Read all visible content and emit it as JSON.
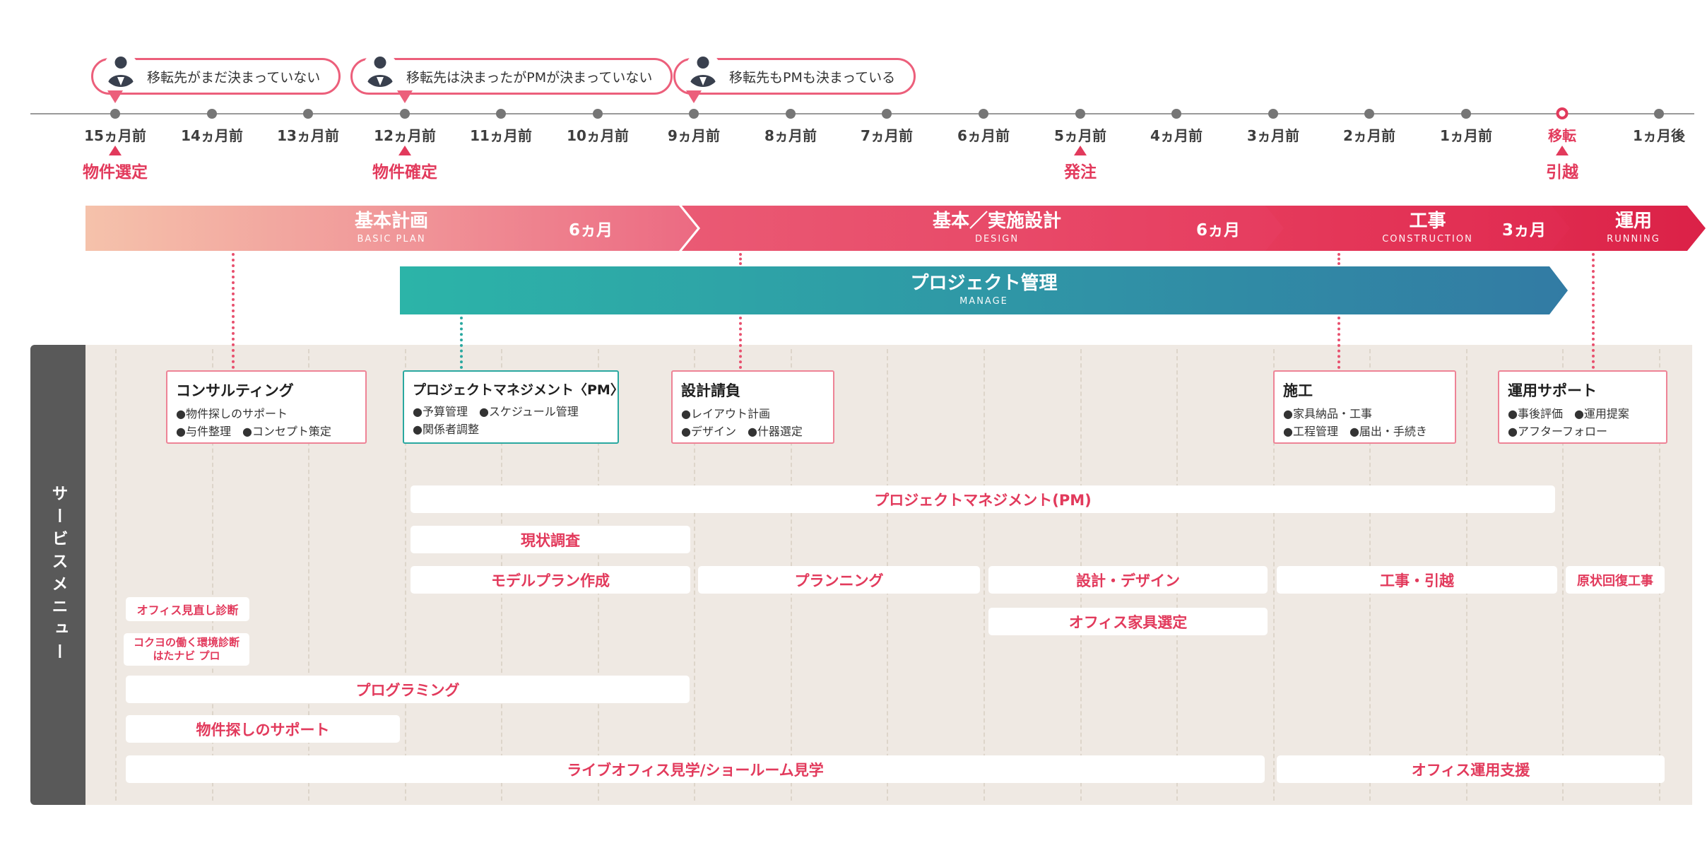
{
  "bubbles": [
    {
      "label": "移転先がまだ決まっていない"
    },
    {
      "label": "移転先は決まったがPMが決まっていない"
    },
    {
      "label": "移転先もPMも決まっている"
    }
  ],
  "timeline": {
    "months": [
      "15ヵ月前",
      "14ヵ月前",
      "13ヵ月前",
      "12ヵ月前",
      "11ヵ月前",
      "10ヵ月前",
      "9ヵ月前",
      "8ヵ月前",
      "7ヵ月前",
      "6ヵ月前",
      "5ヵ月前",
      "4ヵ月前",
      "3ヵ月前",
      "2ヵ月前",
      "1ヵ月前",
      "移転",
      "1ヵ月後"
    ],
    "events": [
      {
        "label": "物件選定"
      },
      {
        "label": "物件確定"
      },
      {
        "label": "発注"
      },
      {
        "label": "引越"
      }
    ]
  },
  "phases": [
    {
      "title": "基本計画",
      "subtitle": "BASIC PLAN",
      "duration": "6ヵ月"
    },
    {
      "title": "基本／実施設計",
      "subtitle": "DESIGN",
      "duration": "6ヵ月"
    },
    {
      "title": "工事",
      "subtitle": "CONSTRUCTION",
      "duration": "3ヵ月"
    },
    {
      "title": "運用",
      "subtitle": "RUNNING",
      "duration": ""
    }
  ],
  "manage": {
    "title": "プロジェクト管理",
    "subtitle": "MANAGE"
  },
  "sidebar": {
    "label": "サービスメニュー"
  },
  "service_boxes": [
    {
      "title": "コンサルティング",
      "lines": [
        "●物件探しのサポート",
        "●与件整理　●コンセプト策定"
      ]
    },
    {
      "title": "プロジェクトマネジメント〈PM〉",
      "lines": [
        "●予算管理　●スケジュール管理",
        "●関係者調整"
      ]
    },
    {
      "title": "設計請負",
      "lines": [
        "●レイアウト計画",
        "●デザイン　●什器選定"
      ]
    },
    {
      "title": "施工",
      "lines": [
        "●家具納品・工事",
        "●工程管理　●届出・手続き"
      ]
    },
    {
      "title": "運用サポート",
      "lines": [
        "●事後評価　●運用提案",
        "●アフターフォロー"
      ]
    }
  ],
  "service_bars": {
    "pm": "プロジェクトマネジメント(PM)",
    "survey": "現状調査",
    "model_plan": "モデルプラン作成",
    "planning": "プランニング",
    "design": "設計・デザイン",
    "construction_move": "工事・引越",
    "restoration": "原状回復工事",
    "office_checkup": "オフィス見直し診断",
    "furniture": "オフィス家具選定",
    "hatanavi_line1": "コクヨの働く環境診断",
    "hatanavi_line2": "はたナビ プロ",
    "programming": "プログラミング",
    "property_search": "物件探しのサポート",
    "live_office": "ライブオフィス見学/ショールーム見学",
    "operation_support": "オフィス運用支援"
  },
  "colors": {
    "accent_red": "#e23a5c",
    "teal": "#2aa8a0",
    "beige": "#efe9e3",
    "sidebar_gray": "#595959"
  }
}
